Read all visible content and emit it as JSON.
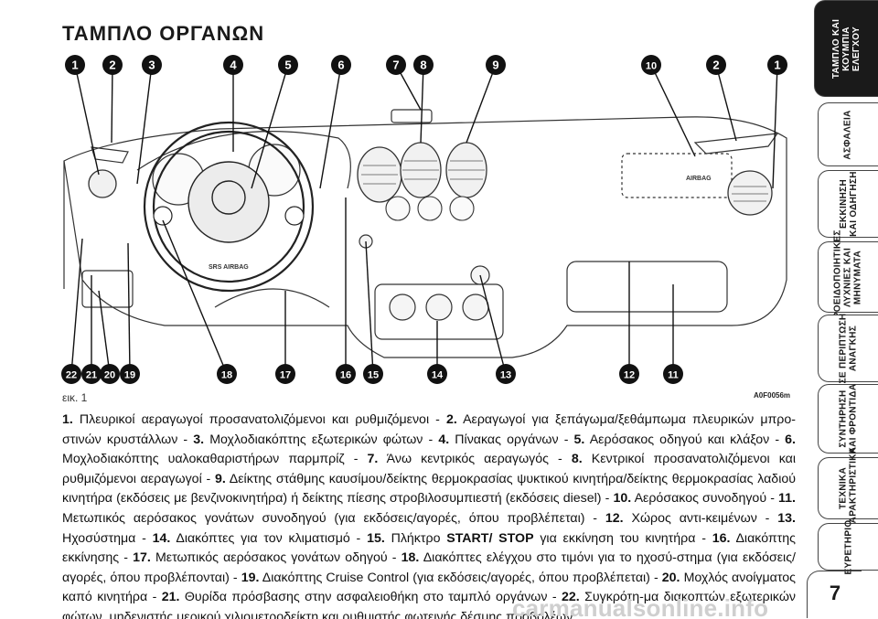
{
  "title": "ΤΑΜΠΛΟ ΟΡΓΑΝΩΝ",
  "figure": {
    "caption": "εικ. 1",
    "code": "A0F0056m",
    "top_callouts": [
      "1",
      "2",
      "3",
      "4",
      "5",
      "6",
      "7",
      "8",
      "9",
      "10",
      "2",
      "1"
    ],
    "bottom_callouts": [
      "22",
      "21",
      "20",
      "19",
      "18",
      "17",
      "16",
      "15",
      "14",
      "13",
      "12",
      "11"
    ],
    "airbag_label": "AIRBAG",
    "srs_label": "SRS AIRBAG"
  },
  "description_items": [
    {
      "num": "1.",
      "text": " Πλευρικοί αεραγωγοί προσανατολιζόμενοι και ρυθμιζόμενοι - "
    },
    {
      "num": "2.",
      "text": " Αεραγωγοί για ξεπάγωμα/ξεθάμπωμα πλευρικών μπρο-στινών κρυστάλλων - "
    },
    {
      "num": "3.",
      "text": " Μοχλοδιακόπτης εξωτερικών φώτων - "
    },
    {
      "num": "4.",
      "text": " Πίνακας οργάνων - "
    },
    {
      "num": "5.",
      "text": " Αερόσακος οδηγού και κλάξον - "
    },
    {
      "num": "6.",
      "text": " Μοχλοδιακόπτης υαλοκαθαριστήρων παρμπρίζ - "
    },
    {
      "num": "7.",
      "text": " Άνω κεντρικός αεραγωγός - "
    },
    {
      "num": "8.",
      "text": " Κεντρικοί προσανατολιζόμενοι και ρυθμιζόμενοι αεραγωγοί - "
    },
    {
      "num": "9.",
      "text": " Δείκτης στάθμης καυσίμου/δείκτης θερμοκρασίας ψυκτικού κινητήρα/δείκτης θερμοκρασίας λαδιού κινητήρα (εκδόσεις με βενζινοκινητήρα) ή δείκτης πίεσης στροβιλοσυμπιεστή (εκδόσεις diesel) - "
    },
    {
      "num": "10.",
      "text": " Αερόσακος συνοδηγού - "
    },
    {
      "num": "11.",
      "text": " Μετωπικός αερόσακος γονάτων συνοδηγού (για εκδόσεις/αγορές, όπου προβλέπεται) - "
    },
    {
      "num": "12.",
      "text": " Χώρος αντι-κειμένων - "
    },
    {
      "num": "13.",
      "text": " Ηχοσύστημα - "
    },
    {
      "num": "14.",
      "text": " Διακόπτες για τον κλιματισμό - "
    },
    {
      "num": "15.",
      "text": " Πλήκτρο "
    },
    {
      "num": "START/ STOP",
      "text": " για εκκίνηση του κινητήρα - "
    },
    {
      "num": "16.",
      "text": " Διακόπτης εκκίνησης - "
    },
    {
      "num": "17.",
      "text": " Μετωπικός αερόσακος γονάτων οδηγού - "
    },
    {
      "num": "18.",
      "text": " Διακόπτες ελέγχου στο τιμόνι για το ηχοσύ-στημα (για εκδόσεις/αγορές, όπου προβλέπονται) - "
    },
    {
      "num": "19.",
      "text": " Διακόπτης Cruise Control (για εκδόσεις/αγορές, όπου προβλέπεται) - "
    },
    {
      "num": "20.",
      "text": " Μοχλός ανοίγματος καπό κινητήρα - "
    },
    {
      "num": "21.",
      "text": " Θυρίδα πρόσβασης στην ασφαλειοθήκη στο ταμπλό οργάνων - "
    },
    {
      "num": "22.",
      "text": " Συγκρότη-μα διακοπτών εξωτερικών φώτων, μηδενιστής μερικού χιλιομετροδείκτη και ρυθμιστής φωτεινής δέσμης προβολέων."
    }
  ],
  "side_tabs": [
    {
      "label": "ΤΑΜΠΛΟ ΚΑΙ\nΚΟΥΜΠΙΑ\nΕΛΕΓΧΟΥ",
      "active": true
    },
    {
      "label": "ΑΣΦΑΛΕΙΑ",
      "active": false
    },
    {
      "label": "ΕΚΚΙΝΗΣΗ\nΚΑΙ ΟΔΗΓΗΣΗ",
      "active": false
    },
    {
      "label": "ΠΡΟΕΙΔΟΠΟΙΗΤΙΚΕΣ\nΛΥΧΝΙΕΣ ΚΑΙ\nΜΗΝΥΜΑΤΑ",
      "active": false
    },
    {
      "label": "ΣΕ ΠΕΡΙΠΤΩΣΗ\nΑΝΑΓΚΗΣ",
      "active": false
    },
    {
      "label": "ΣΥΝΤΗΡΗΣΗ\nΚΑΙ ΦΡΟΝΤΙΔΑ",
      "active": false
    },
    {
      "label": "ΤΕΧΝΙΚΑ\nΧΑΡΑΚΤΗΡΙΣΤΙΚΑ",
      "active": false
    },
    {
      "label": "ΕΥΡΕΤΗΡΙΟ",
      "active": false
    }
  ],
  "page_number": "7",
  "watermark": "carmanualsonline.info"
}
